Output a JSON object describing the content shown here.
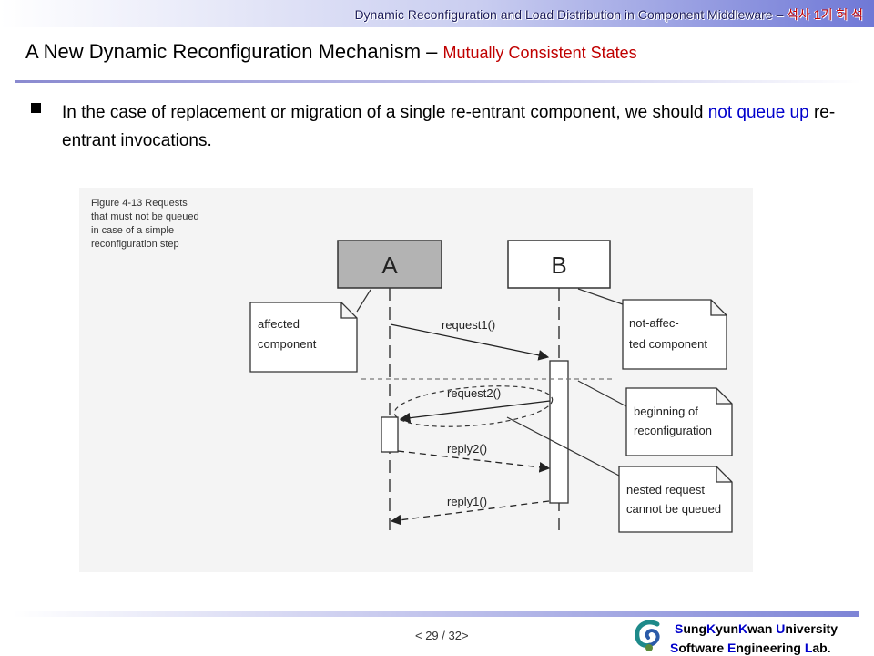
{
  "header": {
    "course_text": "Dynamic Reconfiguration and Load Distribution in Component Middleware – ",
    "author_text": "석사 1기 허 석"
  },
  "slide": {
    "title_main": "A New Dynamic Reconfiguration Mechanism – ",
    "title_sub": "Mutually Consistent States",
    "bullet": {
      "part1": "In the case of replacement or migration of a single re-entrant component, we should ",
      "highlight": "not queue up",
      "part2": " re-entrant invocations."
    }
  },
  "figure": {
    "caption_lines": [
      "Figure 4-13  Requests",
      "that must not be queued",
      "in case of a simple",
      "reconfiguration step"
    ],
    "component_a": "A",
    "component_b": "B",
    "note_affected": [
      "affected",
      "component"
    ],
    "note_not_affected": [
      "not-affec-",
      "ted component"
    ],
    "note_beginning": [
      "beginning of",
      "reconfiguration"
    ],
    "note_nested": [
      "nested request",
      "cannot be queued"
    ],
    "msg_request1": "request1()",
    "msg_request2": "request2()",
    "msg_reply2": "reply2()",
    "msg_reply1": "reply1()"
  },
  "footer": {
    "page": "< 29 / 32>",
    "university": {
      "p1": "S",
      "p2": "ung",
      "p3": "K",
      "p4": "yun",
      "p5": "K",
      "p6": "wan ",
      "p7": "U",
      "p8": "niversity"
    },
    "lab": {
      "p1": "S",
      "p2": "oftware ",
      "p3": "E",
      "p4": "ngineering ",
      "p5": "L",
      "p6": "ab."
    }
  },
  "colors": {
    "accent_red": "#c00000",
    "highlight_blue": "#0000cc",
    "header_gradient_end": "#6f78d6"
  }
}
